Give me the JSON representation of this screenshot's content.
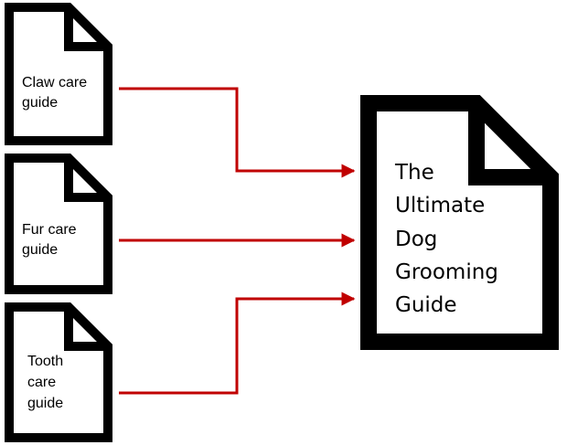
{
  "colors": {
    "outline": "#000000",
    "arrow": "#c00000",
    "background": "#ffffff"
  },
  "icons": {
    "document": "document-icon",
    "arrow": "arrow-icon"
  },
  "sources": [
    {
      "lines": [
        "Claw care",
        "guide"
      ]
    },
    {
      "lines": [
        "Fur care",
        "guide"
      ]
    },
    {
      "lines": [
        "Tooth",
        "care",
        "guide"
      ]
    }
  ],
  "target": {
    "lines": [
      "The",
      "Ultimate",
      "Dog",
      "Grooming",
      "Guide"
    ]
  }
}
